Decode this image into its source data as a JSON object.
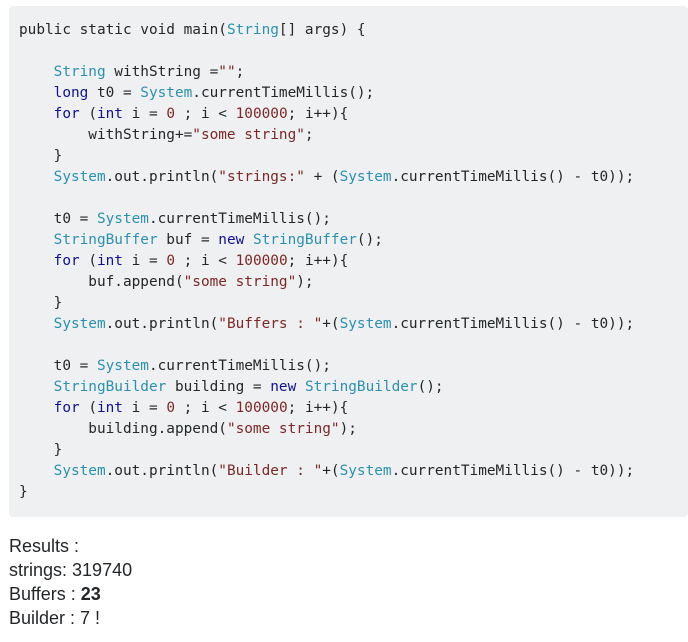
{
  "code": {
    "lines": [
      [
        {
          "t": "plain",
          "v": "public static void main("
        },
        {
          "t": "type",
          "v": "String"
        },
        {
          "t": "plain",
          "v": "[] args) {"
        }
      ],
      [],
      [
        {
          "t": "plain",
          "v": "    "
        },
        {
          "t": "type",
          "v": "String"
        },
        {
          "t": "plain",
          "v": " withString ="
        },
        {
          "t": "str",
          "v": "\"\""
        },
        {
          "t": "plain",
          "v": ";"
        }
      ],
      [
        {
          "t": "plain",
          "v": "    "
        },
        {
          "t": "kw",
          "v": "long"
        },
        {
          "t": "plain",
          "v": " t0 = "
        },
        {
          "t": "type",
          "v": "System"
        },
        {
          "t": "plain",
          "v": ".currentTimeMillis();"
        }
      ],
      [
        {
          "t": "plain",
          "v": "    "
        },
        {
          "t": "kw",
          "v": "for"
        },
        {
          "t": "plain",
          "v": " ("
        },
        {
          "t": "kw",
          "v": "int"
        },
        {
          "t": "plain",
          "v": " i = "
        },
        {
          "t": "num",
          "v": "0"
        },
        {
          "t": "plain",
          "v": " ; i < "
        },
        {
          "t": "num",
          "v": "100000"
        },
        {
          "t": "plain",
          "v": "; i++){"
        }
      ],
      [
        {
          "t": "plain",
          "v": "        withString+="
        },
        {
          "t": "str",
          "v": "\"some string\""
        },
        {
          "t": "plain",
          "v": ";"
        }
      ],
      [
        {
          "t": "plain",
          "v": "    }"
        }
      ],
      [
        {
          "t": "plain",
          "v": "    "
        },
        {
          "t": "type",
          "v": "System"
        },
        {
          "t": "plain",
          "v": ".out.println("
        },
        {
          "t": "str",
          "v": "\"strings:\""
        },
        {
          "t": "plain",
          "v": " + ("
        },
        {
          "t": "type",
          "v": "System"
        },
        {
          "t": "plain",
          "v": ".currentTimeMillis() - t0));"
        }
      ],
      [],
      [
        {
          "t": "plain",
          "v": "    t0 = "
        },
        {
          "t": "type",
          "v": "System"
        },
        {
          "t": "plain",
          "v": ".currentTimeMillis();"
        }
      ],
      [
        {
          "t": "plain",
          "v": "    "
        },
        {
          "t": "type",
          "v": "StringBuffer"
        },
        {
          "t": "plain",
          "v": " buf = "
        },
        {
          "t": "kw",
          "v": "new"
        },
        {
          "t": "plain",
          "v": " "
        },
        {
          "t": "type",
          "v": "StringBuffer"
        },
        {
          "t": "plain",
          "v": "();"
        }
      ],
      [
        {
          "t": "plain",
          "v": "    "
        },
        {
          "t": "kw",
          "v": "for"
        },
        {
          "t": "plain",
          "v": " ("
        },
        {
          "t": "kw",
          "v": "int"
        },
        {
          "t": "plain",
          "v": " i = "
        },
        {
          "t": "num",
          "v": "0"
        },
        {
          "t": "plain",
          "v": " ; i < "
        },
        {
          "t": "num",
          "v": "100000"
        },
        {
          "t": "plain",
          "v": "; i++){"
        }
      ],
      [
        {
          "t": "plain",
          "v": "        buf.append("
        },
        {
          "t": "str",
          "v": "\"some string\""
        },
        {
          "t": "plain",
          "v": ");"
        }
      ],
      [
        {
          "t": "plain",
          "v": "    }"
        }
      ],
      [
        {
          "t": "plain",
          "v": "    "
        },
        {
          "t": "type",
          "v": "System"
        },
        {
          "t": "plain",
          "v": ".out.println("
        },
        {
          "t": "str",
          "v": "\"Buffers : \""
        },
        {
          "t": "plain",
          "v": "+("
        },
        {
          "t": "type",
          "v": "System"
        },
        {
          "t": "plain",
          "v": ".currentTimeMillis() - t0));"
        }
      ],
      [],
      [
        {
          "t": "plain",
          "v": "    t0 = "
        },
        {
          "t": "type",
          "v": "System"
        },
        {
          "t": "plain",
          "v": ".currentTimeMillis();"
        }
      ],
      [
        {
          "t": "plain",
          "v": "    "
        },
        {
          "t": "type",
          "v": "StringBuilder"
        },
        {
          "t": "plain",
          "v": " building = "
        },
        {
          "t": "kw",
          "v": "new"
        },
        {
          "t": "plain",
          "v": " "
        },
        {
          "t": "type",
          "v": "StringBuilder"
        },
        {
          "t": "plain",
          "v": "();"
        }
      ],
      [
        {
          "t": "plain",
          "v": "    "
        },
        {
          "t": "kw",
          "v": "for"
        },
        {
          "t": "plain",
          "v": " ("
        },
        {
          "t": "kw",
          "v": "int"
        },
        {
          "t": "plain",
          "v": " i = "
        },
        {
          "t": "num",
          "v": "0"
        },
        {
          "t": "plain",
          "v": " ; i < "
        },
        {
          "t": "num",
          "v": "100000"
        },
        {
          "t": "plain",
          "v": "; i++){"
        }
      ],
      [
        {
          "t": "plain",
          "v": "        building.append("
        },
        {
          "t": "str",
          "v": "\"some string\""
        },
        {
          "t": "plain",
          "v": ");"
        }
      ],
      [
        {
          "t": "plain",
          "v": "    }"
        }
      ],
      [
        {
          "t": "plain",
          "v": "    "
        },
        {
          "t": "type",
          "v": "System"
        },
        {
          "t": "plain",
          "v": ".out.println("
        },
        {
          "t": "str",
          "v": "\"Builder : \""
        },
        {
          "t": "plain",
          "v": "+("
        },
        {
          "t": "type",
          "v": "System"
        },
        {
          "t": "plain",
          "v": ".currentTimeMillis() - t0));"
        }
      ],
      [
        {
          "t": "plain",
          "v": "}"
        }
      ]
    ]
  },
  "results": {
    "heading": "Results :",
    "strings_label": "strings: ",
    "strings_value": "319740",
    "buffers_label": "Buffers : ",
    "buffers_value": "23",
    "builder_label": "Builder : ",
    "builder_value": "7 !"
  },
  "colors": {
    "code_background": "#eff0f1",
    "type": "#2b91af",
    "keyword": "#101094",
    "string_literal": "#7d2727",
    "text": "#242729"
  }
}
